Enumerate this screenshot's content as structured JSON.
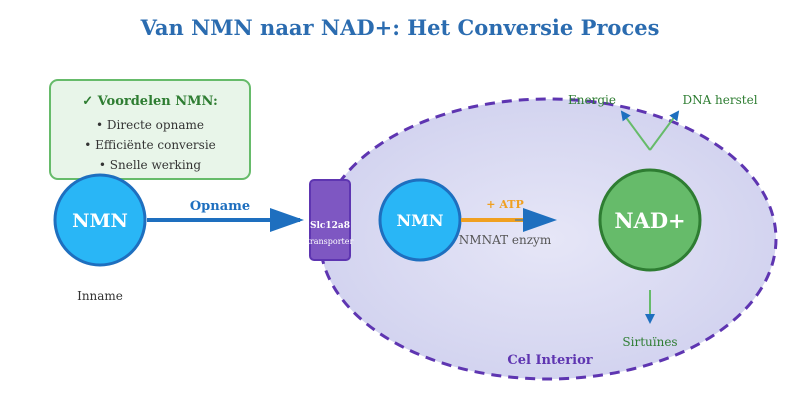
{
  "title": "Van NMN naar NAD+: Het Conversie Proces",
  "benefits": {
    "heading": "✓ Voordelen NMN:",
    "items": [
      "• Directe opname",
      "• Efficiënte conversie",
      "• Snelle werking"
    ]
  },
  "outside": {
    "nmn_label": "NMN",
    "intake_label": "Inname",
    "uptake_label": "Opname"
  },
  "transporter": {
    "name": "Slc12a8",
    "sub": "transporter"
  },
  "cell": {
    "label": "Cel Interior",
    "nmn_label": "NMN",
    "atp_label": "+ ATP",
    "enzyme_label": "NMNAT enzym",
    "nad_label": "NAD+",
    "energy_label": "Energie",
    "dna_label": "DNA herstel",
    "sirtuins_label": "Sirtuïnes"
  },
  "colors": {
    "title": "#2b6cb0",
    "nmn_fill": "#29b6f6",
    "nad_fill": "#66bb6a",
    "transporter": "#7e57c2",
    "cell_border": "#5e35b1",
    "arrow_blue": "#1e6fbf",
    "atp_orange": "#f0a020",
    "green_text": "#2e7d32"
  }
}
